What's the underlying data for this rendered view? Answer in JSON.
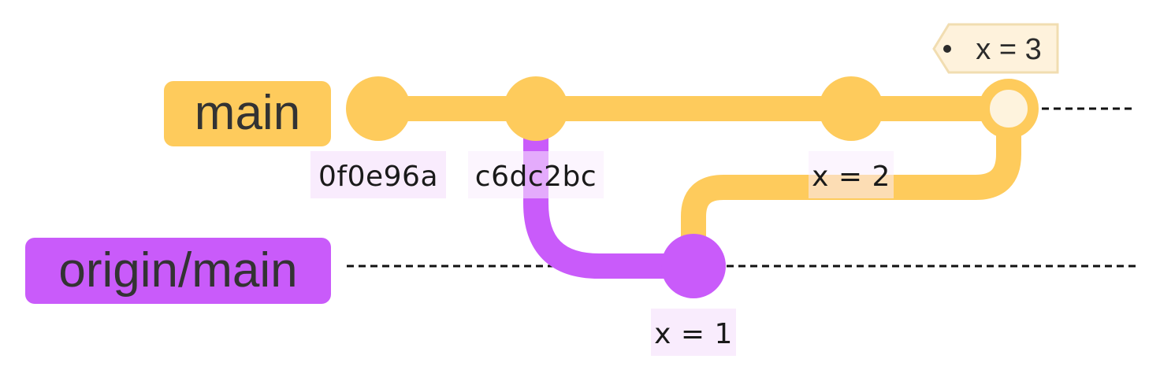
{
  "colors": {
    "main": "#FECB5C",
    "origin_main": "#C95BFA",
    "label_bg": "#F9ECFD",
    "tag_bg": "#FEF2DC",
    "tag_border": "#F1DDB1",
    "head_fill": "#FEF3DD",
    "dotted_line": "#111111"
  },
  "branches": [
    {
      "name": "main",
      "label": "main"
    },
    {
      "name": "origin-main",
      "label": "origin/main"
    }
  ],
  "commits": [
    {
      "id": "c1",
      "branch": "main",
      "label": "0f0e96a"
    },
    {
      "id": "c2",
      "branch": "main",
      "label": "c6dc2bc"
    },
    {
      "id": "c3",
      "branch": "origin/main",
      "label": "x = 1"
    },
    {
      "id": "c4",
      "branch": "main",
      "label": "x = 2"
    },
    {
      "id": "c5",
      "branch": "main",
      "label": "",
      "head": true
    }
  ],
  "tag": {
    "label": "x = 3",
    "icon": "dot-icon"
  }
}
